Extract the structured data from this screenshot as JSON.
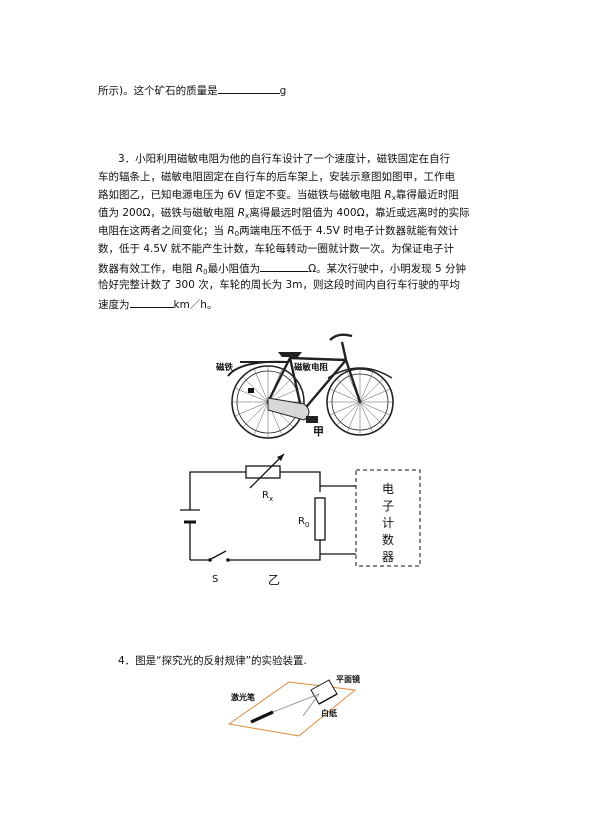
{
  "prev": {
    "text": "所示)。这个矿石的质量是",
    "unit": "g"
  },
  "q3": {
    "l1": "3．小阳利用磁敏电阻为他的自行车设计了一个速度计，磁铁固定在自行",
    "l2": "车的辐条上，磁敏电阻固定在自行车的后车架上，安装示意图如图甲，工作电",
    "l3": "路如图乙，已知电源电压为 6V 恒定不变。当磁铁与磁敏电阻 ",
    "l3b": "靠得最近时阻",
    "l4": "值为 200Ω，磁铁与磁敏电阻 ",
    "l4b": "离得最远时阻值为 400Ω，靠近或远离时的实际",
    "l5": "电阻在这两者之间变化；当 ",
    "l5b": "两端电压不低于 4.5V 时电子计数器就能有效计",
    "l6": "数，低于 4.5V 就不能产生计数，车轮每转动一圈就计数一次。为保证电子计",
    "l7": "数器有效工作，电阻 ",
    "l7b": "最小阻值为",
    "l7c": "Ω。某次行驶中，小明发现 5 分钟",
    "l8": "恰好完整计数了 300 次，车轮的周长为 3m，则这段时间内自行车行驶的平均",
    "l9": "速度为",
    "l9b": "km／h。",
    "var_Rx": "R",
    "sub_x": "x",
    "var_R0": "R",
    "sub_0": "0"
  },
  "fig_bike": {
    "label_magnet": "磁铁",
    "label_sensor": "磁敏电阻",
    "caption": "甲"
  },
  "fig_circuit": {
    "label_rx": "R",
    "label_rx_sub": "x",
    "label_r0": "R",
    "label_r0_sub": "0",
    "label_switch": "S",
    "caption": "乙",
    "counter_chars": [
      "电",
      "子",
      "计",
      "数",
      "器"
    ]
  },
  "q4": {
    "text": "4．图是“探究光的反射规律”的实验装置.",
    "label_mirror": "平面镜",
    "label_laser": "激光笔",
    "label_paper": "白纸"
  }
}
